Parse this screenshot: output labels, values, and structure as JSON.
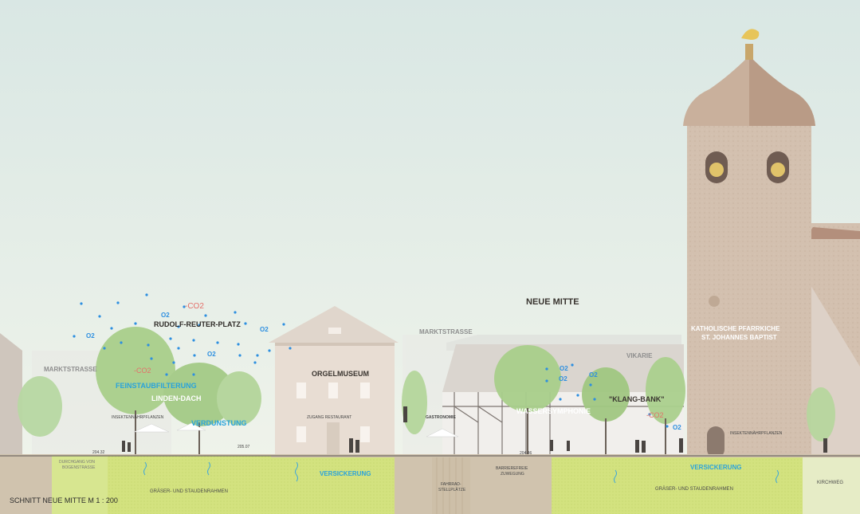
{
  "title": "NEUE MITTE",
  "caption": "SCHNITT NEUE MITTE M 1 : 200",
  "labels": {
    "rudolf_reuter_platz": "RUDOLF-REUTER-PLATZ",
    "marktstrasse_left": "MARKTSTRASSE",
    "marktstrasse_mid": "MARKTSTRASSE",
    "vikarie": "VIKARIE",
    "orgelmuseum": "ORGELMUSEUM",
    "zugang_restaurant": "ZUGANG RESTAURANT",
    "gastronomie": "GASTRONOMIE",
    "church_line1": "KATHOLISCHE PFARRKICHE",
    "church_line2": "ST. JOHANNES BAPTIST",
    "wassersymphonie": "WASSERSYMPHONIE",
    "klang_bank": "\"KLANG-BANK\"",
    "insekten_left": "INSEKTENNÄHRPFLANZEN",
    "insekten_right": "INSEKTENNÄHRPFLANZEN",
    "feinstaub": "FEINSTAUBFILTERUNG",
    "linden_dach": "LINDEN-DACH",
    "verdunstung": "VERDUNSTUNG",
    "versickerung_mid": "VERSICKERUNG",
    "versickerung_right": "VERSICKERUNG",
    "co2_top": "-CO2",
    "co2_left": "-CO2",
    "co2_right": "-CO2",
    "durchgang_line1": "DURCHGANG VON",
    "durchgang_line2": "BOGENSTRASSE",
    "graeser_left": "GRÄSER- UND STAUDENRAHMEN",
    "graeser_right": "GRÄSER- UND STAUDENRAHMEN",
    "fahrrad_line1": "FAHRRAD-",
    "fahrrad_line2": "STELLPLÄTZE",
    "barriere_line1": "BARRIEREFREIE",
    "barriere_line2": "ZUWEGUNG",
    "kirchweg": "KIRCHWEG",
    "elev_1": "204.32",
    "elev_2": "205.07",
    "elev_3": "204.46",
    "o2": "O2"
  },
  "colors": {
    "sky_top": "#d8e6e3",
    "sky_bottom": "#eef2e8",
    "ground": "#cfc2ac",
    "planting": "#d5e383",
    "church": "#d3bfae",
    "roof": "#b38f7c",
    "tree": "#a8cf8a",
    "water_blue": "#2aa3db",
    "co2_red": "#e4706a"
  }
}
